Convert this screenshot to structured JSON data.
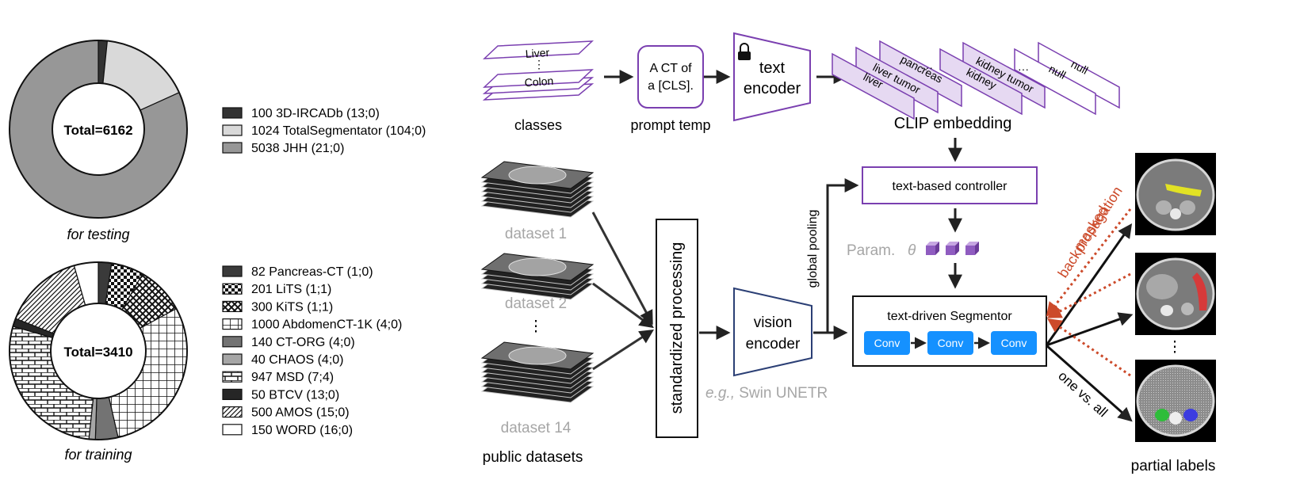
{
  "left_panel": {
    "test_chart": {
      "type": "pie",
      "center_label": "Total=6162",
      "caption": "for testing",
      "slices": [
        {
          "label": "100 3D-IRCADb (13;0)",
          "value": 100,
          "fill": "#333333"
        },
        {
          "label": "1024 TotalSegmentator (104;0)",
          "value": 1024,
          "fill": "#d9d9d9"
        },
        {
          "label": "5038 JHH (21;0)",
          "value": 5038,
          "fill": "#979797"
        }
      ]
    },
    "train_chart": {
      "type": "pie",
      "center_label": "Total=3410",
      "caption": "for training",
      "slices": [
        {
          "label": "82 Pancreas-CT (1;0)",
          "value": 82,
          "fill": "#3a3a3a"
        },
        {
          "label": "201 LiTS (1;1)",
          "value": 201,
          "fill": "pat-check"
        },
        {
          "label": "300 KiTS (1;1)",
          "value": 300,
          "fill": "pat-diamond"
        },
        {
          "label": "1000 AbdomenCT-1K (4;0)",
          "value": 1000,
          "fill": "pat-grid"
        },
        {
          "label": "140 CT-ORG (4;0)",
          "value": 140,
          "fill": "#737373"
        },
        {
          "label": "40 CHAOS (4;0)",
          "value": 40,
          "fill": "#a6a6a6"
        },
        {
          "label": "947 MSD (7;4)",
          "value": 947,
          "fill": "pat-brick"
        },
        {
          "label": "50 BTCV (13;0)",
          "value": 50,
          "fill": "#262626"
        },
        {
          "label": "500 AMOS (15;0)",
          "value": 500,
          "fill": "pat-hatch"
        },
        {
          "label": "150 WORD (16;0)",
          "value": 150,
          "fill": "#ffffff"
        }
      ]
    }
  },
  "pipeline": {
    "classes": {
      "cards": [
        "Liver",
        "Colon"
      ],
      "dots": "⋮",
      "label": "classes"
    },
    "prompt": {
      "line1": "A CT of",
      "line2": "a [CLS].",
      "label": "prompt temp"
    },
    "text_encoder": {
      "line1": "text",
      "line2": "encoder",
      "icon": "lock-icon"
    },
    "clip": {
      "label": "CLIP embedding",
      "cards": [
        "liver",
        "liver tumor",
        "pancreas",
        "kidney",
        "kidney tumor",
        "null",
        "null"
      ],
      "dots": "···"
    },
    "controller": {
      "label": "text-based controller"
    },
    "param": {
      "label": "Param.",
      "symbol": "θ"
    },
    "segmentor": {
      "label": "text-driven Segmentor",
      "conv": [
        "Conv",
        "Conv",
        "Conv"
      ]
    },
    "global_pooling": "global pooling",
    "vision_encoder": {
      "line1": "vision",
      "line2": "encoder"
    },
    "vision_example": {
      "prefix": "e.g.,",
      "rest": " Swin UNETR"
    },
    "standardized": "standardized processing",
    "datasets": {
      "items": [
        "dataset 1",
        "dataset 2",
        "dataset 14"
      ],
      "dots": "⋮",
      "label": "public datasets"
    },
    "masked_bp": {
      "line1": "masked",
      "line2": "backpropagation"
    },
    "one_vs_all": "one vs. all",
    "partial_labels": {
      "label": "partial labels",
      "dots": "⋮"
    }
  },
  "colors": {
    "purple": "#7a3fb0",
    "lilac": "#e6d9f2",
    "conv_blue": "#1591ff",
    "gray_text": "#a6a6a6",
    "dashed_red": "#cc4a2a",
    "navy": "#2b3f75"
  }
}
